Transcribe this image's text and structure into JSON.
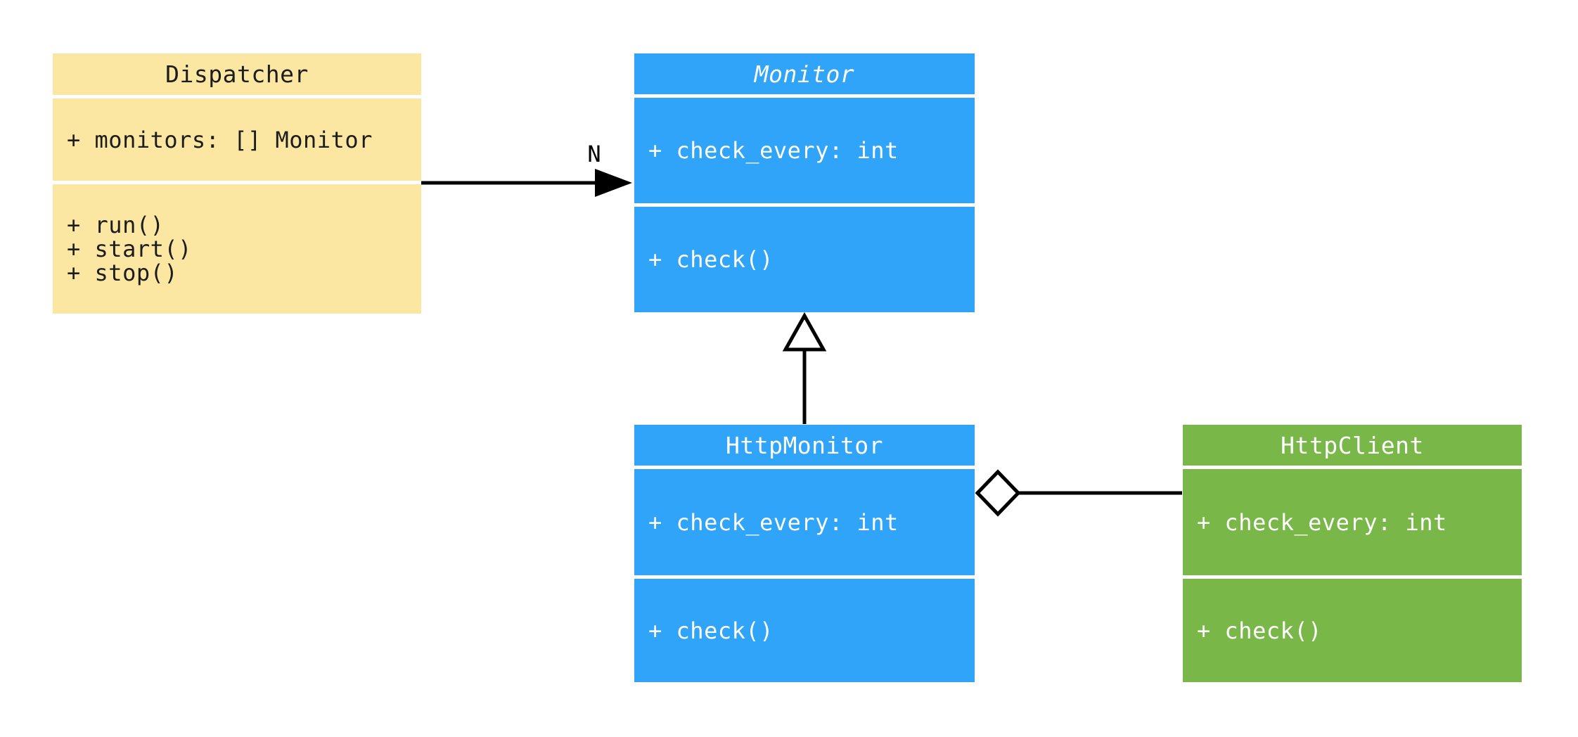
{
  "diagram": {
    "kind": "uml-class-diagram",
    "background_color": "#ffffff",
    "connector_color": "#000000",
    "classes": [
      {
        "name": "Dispatcher",
        "abstract": false,
        "fill_color": "#fbe7a2",
        "text_color": "#1c1c1c",
        "attributes": [
          "+ monitors: [] Monitor"
        ],
        "methods": [
          "+ run()",
          "+ start()",
          "+ stop()"
        ]
      },
      {
        "name": "Monitor",
        "abstract": true,
        "fill_color": "#30a4f8",
        "text_color": "#ffffff",
        "attributes": [
          "+ check_every: int"
        ],
        "methods": [
          "+ check()"
        ]
      },
      {
        "name": "HttpMonitor",
        "abstract": false,
        "fill_color": "#30a4f8",
        "text_color": "#ffffff",
        "attributes": [
          "+ check_every: int"
        ],
        "methods": [
          "+ check()"
        ]
      },
      {
        "name": "HttpClient",
        "abstract": false,
        "fill_color": "#79b848",
        "text_color": "#ffffff",
        "attributes": [
          "+ check_every: int"
        ],
        "methods": [
          "+ check()"
        ]
      }
    ],
    "relations": [
      {
        "type": "association",
        "from": "Dispatcher",
        "to": "Monitor",
        "arrow": "filled-arrowhead",
        "multiplicity_label": "N"
      },
      {
        "type": "inheritance",
        "from": "HttpMonitor",
        "to": "Monitor",
        "arrow": "hollow-triangle",
        "multiplicity_label": ""
      },
      {
        "type": "aggregation",
        "from": "HttpMonitor",
        "to": "HttpClient",
        "arrow": "hollow-diamond",
        "multiplicity_label": ""
      }
    ]
  }
}
